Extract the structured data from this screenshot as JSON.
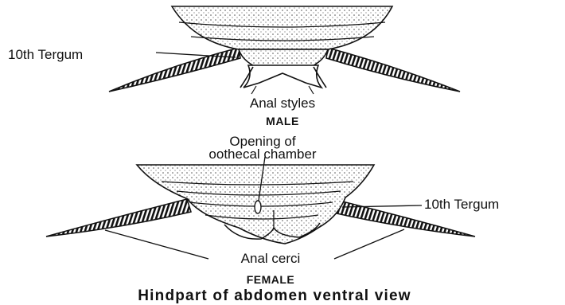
{
  "figure": {
    "male": {
      "tergum_label": "10th Tergum",
      "styles_label": "Anal styles",
      "sex_label": "MALE"
    },
    "female": {
      "opening_label_line1": "Opening of",
      "opening_label_line2": "oothecal chamber",
      "tergum_label": "10th Tergum",
      "cerci_label": "Anal cerci",
      "sex_label": "FEMALE"
    },
    "caption": "Hindpart of abdomen ventral view"
  }
}
